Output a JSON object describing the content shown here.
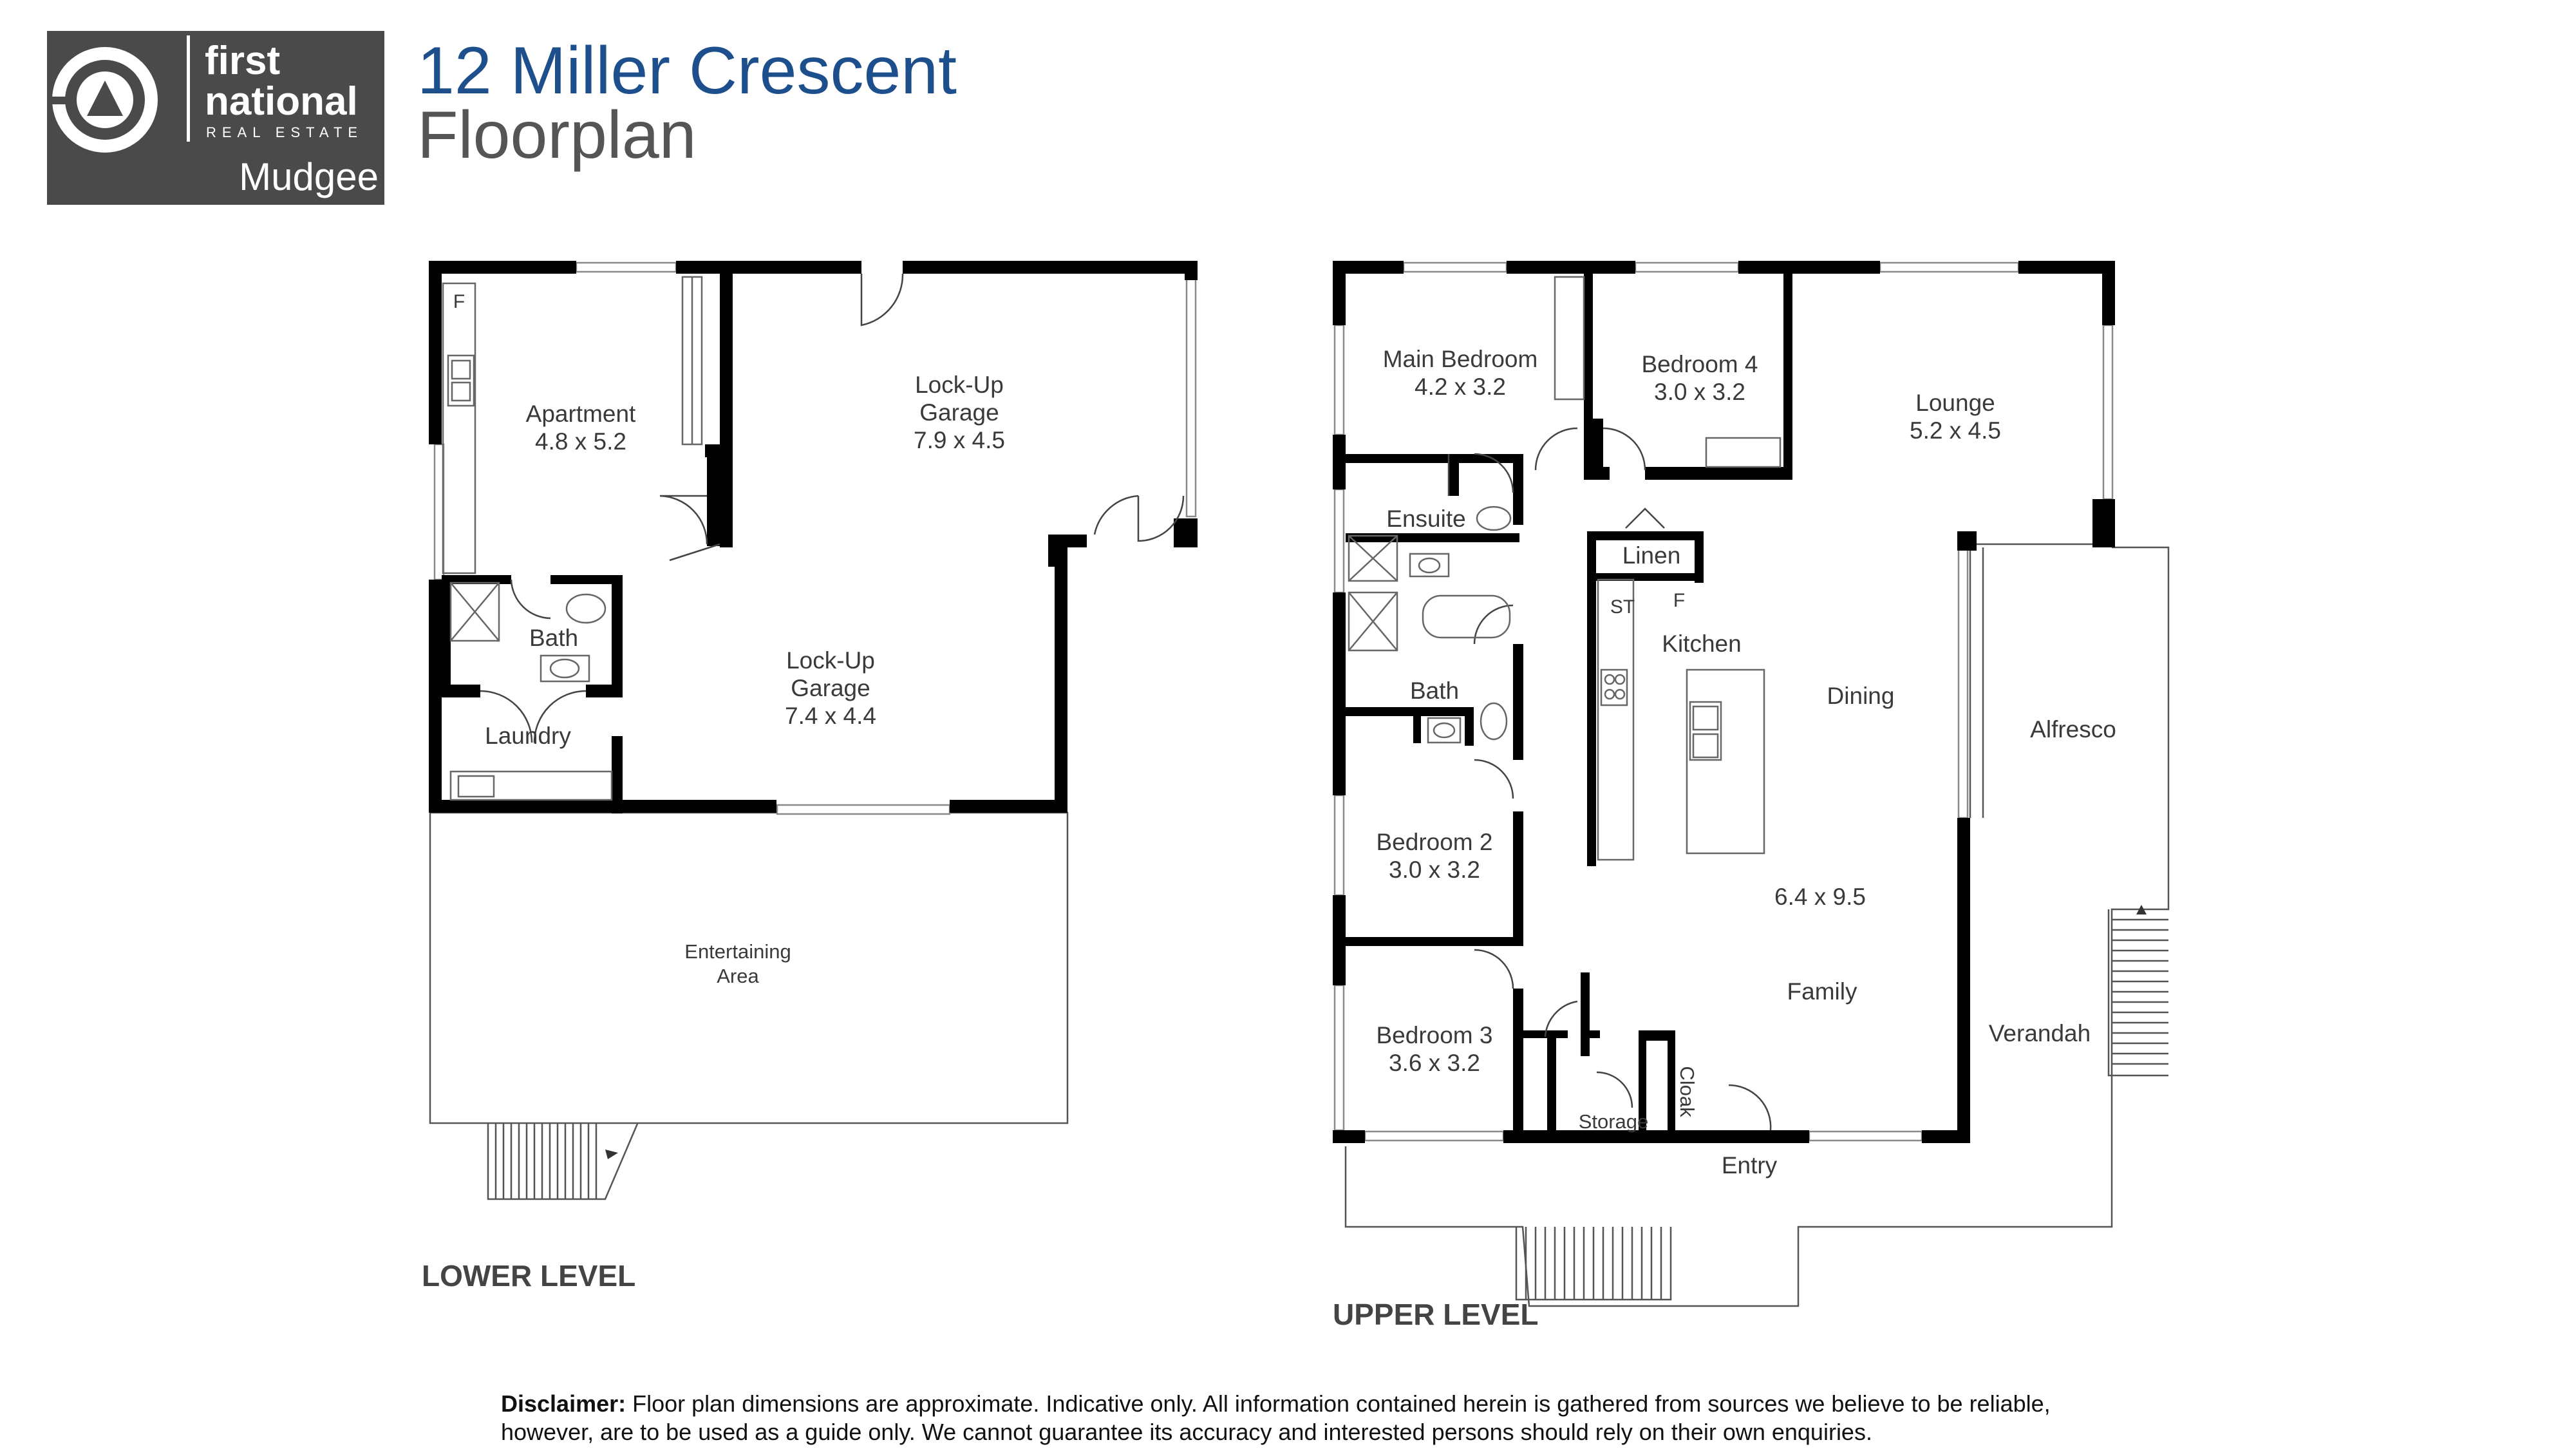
{
  "header": {
    "logo": {
      "line1": "first",
      "line2": "national",
      "line3": "REAL ESTATE",
      "office": "Mudgee"
    },
    "title": "12 Miller Crescent",
    "subtitle": "Floorplan"
  },
  "lower_level": {
    "label": "LOWER LEVEL",
    "fridge": "F",
    "rooms": {
      "apartment": {
        "name": "Apartment",
        "size": "4.8 x 5.2"
      },
      "garage_top": {
        "name1": "Lock-Up",
        "name2": "Garage",
        "size": "7.9 x 4.5"
      },
      "garage_bottom": {
        "name1": "Lock-Up",
        "name2": "Garage",
        "size": "7.4 x 4.4"
      },
      "bath": {
        "name": "Bath"
      },
      "laundry": {
        "name": "Laundry"
      },
      "entertaining": {
        "name1": "Entertaining",
        "name2": "Area"
      }
    }
  },
  "upper_level": {
    "label": "UPPER LEVEL",
    "rooms": {
      "main_bedroom": {
        "name": "Main Bedroom",
        "size": "4.2 x 3.2"
      },
      "bedroom4": {
        "name": "Bedroom 4",
        "size": "3.0 x 3.2"
      },
      "lounge": {
        "name": "Lounge",
        "size": "5.2 x 4.5"
      },
      "ensuite": {
        "name": "Ensuite"
      },
      "linen": {
        "name": "Linen"
      },
      "st": {
        "name": "ST"
      },
      "fridge": {
        "name": "F"
      },
      "kitchen": {
        "name": "Kitchen"
      },
      "dining": {
        "name": "Dining"
      },
      "alfresco": {
        "name": "Alfresco"
      },
      "bath": {
        "name": "Bath"
      },
      "bedroom2": {
        "name": "Bedroom 2",
        "size": "3.0 x 3.2"
      },
      "living_size": {
        "size": "6.4 x 9.5"
      },
      "family": {
        "name": "Family"
      },
      "bedroom3": {
        "name": "Bedroom 3",
        "size": "3.6 x 3.2"
      },
      "verandah": {
        "name": "Verandah"
      },
      "storage": {
        "name": "Storage"
      },
      "cloak": {
        "name": "Cloak"
      },
      "entry": {
        "name": "Entry"
      }
    }
  },
  "disclaimer": {
    "label": "Disclaimer:",
    "line1": " Floor plan dimensions are approximate. Indicative only. All information contained herein is gathered from sources we believe to be reliable,",
    "line2": "however, are to be used as a guide only. We cannot guarantee its accuracy and interested persons should rely on their own enquiries."
  },
  "colors": {
    "title_blue": "#1c4f8c",
    "logo_grey": "#4a4a4a",
    "wall": "#000000"
  }
}
